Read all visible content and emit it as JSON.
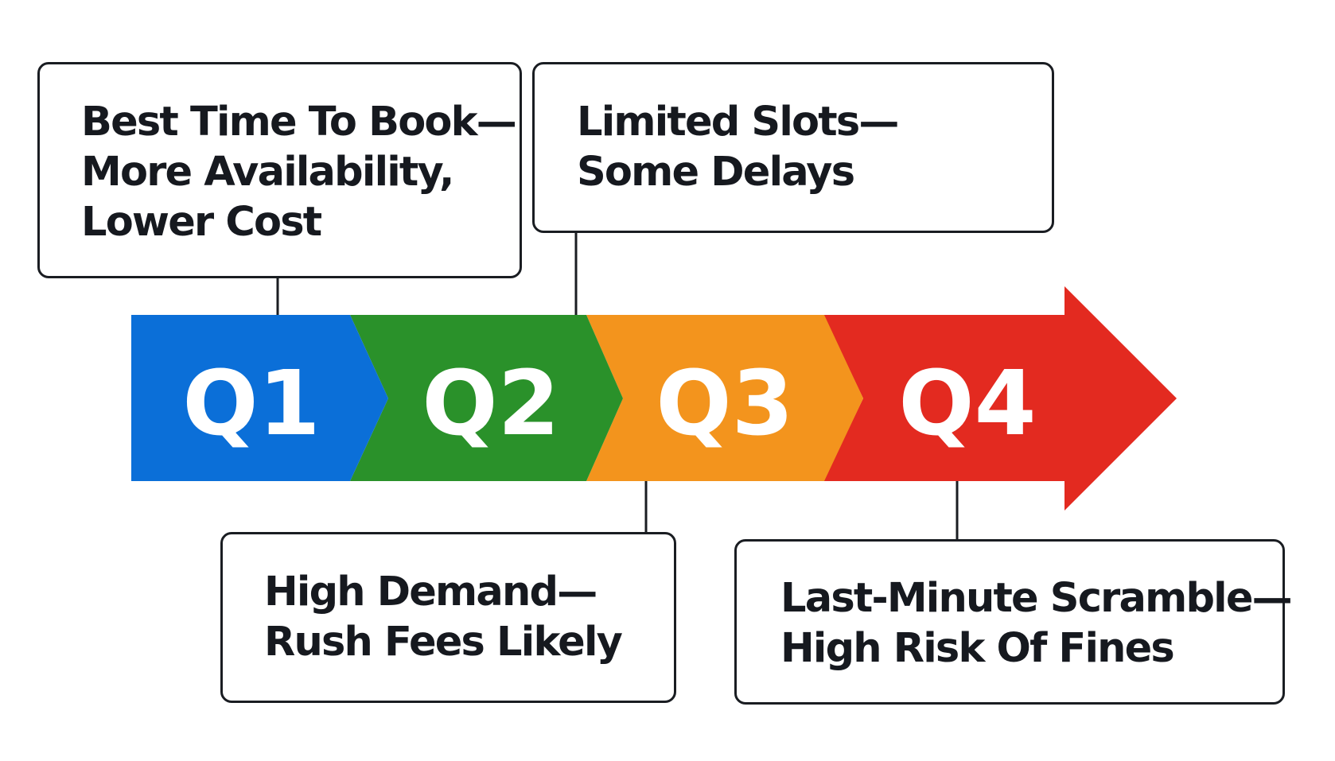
{
  "diagram": {
    "arrow_colors": {
      "q1": "#0b6fd8",
      "q2": "#2a912a",
      "q3": "#f3941d",
      "q4": "#e32a20"
    },
    "text_color_on_arrow": "#ffffff",
    "outline_color": "#1a1d22",
    "stages": [
      {
        "label": "Q1",
        "note_lines": [
          "Best Time To Book—",
          "More Availability,",
          "Lower Cost"
        ]
      },
      {
        "label": "Q2",
        "note_lines": [
          "High Demand—",
          "Rush Fees Likely"
        ]
      },
      {
        "label": "Q3",
        "note_lines": [
          "Limited Slots—",
          "Some Delays"
        ]
      },
      {
        "label": "Q4",
        "note_lines": [
          "Last-Minute Scramble—",
          "High Risk Of Fines"
        ]
      }
    ]
  }
}
